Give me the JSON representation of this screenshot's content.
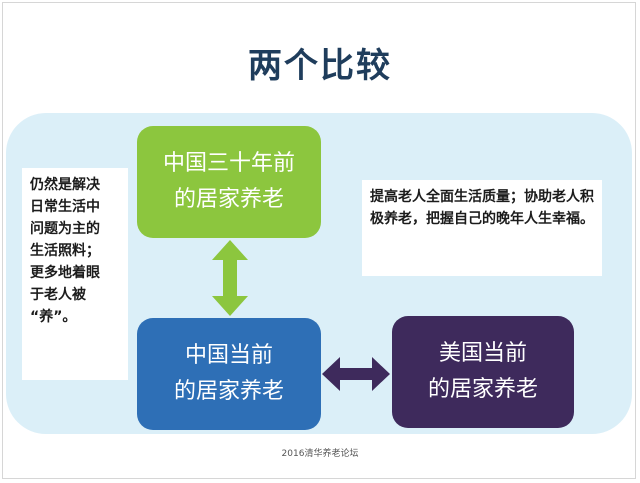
{
  "title": "两个比较",
  "left_note": "仍然是解决\n日常生活中\n问题为主的\n生活照料；\n更多地着眼\n于老人被\n“养”。",
  "right_note": "提高老人全面生活质量；协助老人积极养老，把握自己的晚年人生幸福。",
  "boxes": {
    "past": "中国三十年前\n的居家养老",
    "current": "中国当前\n的居家养老",
    "us": "美国当前\n的居家养老"
  },
  "footer": "2016清华养老论坛",
  "colors": {
    "title": "#1f3d5c",
    "panel": "#dbeff8",
    "past_box": "#8cc63e",
    "current_box": "#2e6fb6",
    "us_box": "#3e2a5c",
    "vertical_arrow": "#8cc63e",
    "horizontal_arrow": "#3e2a5c"
  }
}
